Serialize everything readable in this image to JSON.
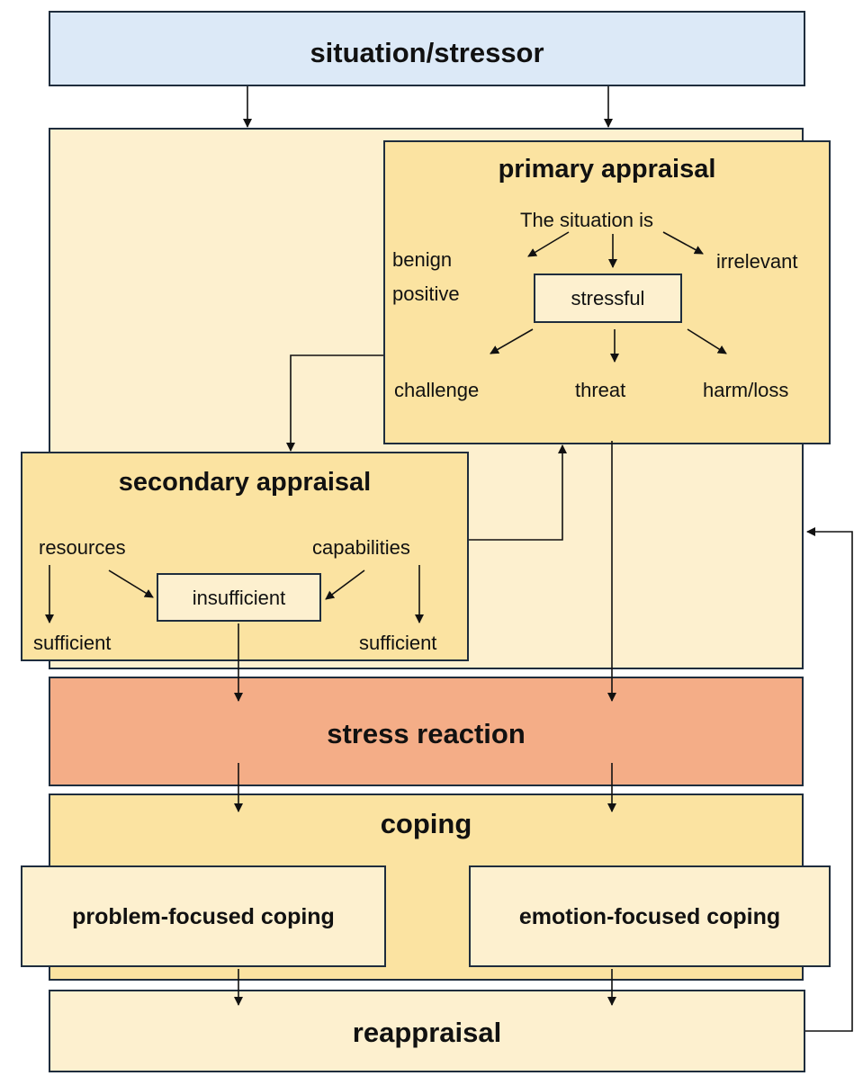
{
  "situation": "situation/stressor",
  "primary": {
    "title": "primary appraisal",
    "intro": "The situation is",
    "benign": "benign",
    "positive": "positive",
    "irrelevant": "irrelevant",
    "stressful": "stressful",
    "challenge": "challenge",
    "threat": "threat",
    "harm_loss": "harm/loss"
  },
  "secondary": {
    "title": "secondary appraisal",
    "resources": "resources",
    "capabilities": "capabilities",
    "insufficient": "insufficient",
    "sufficient_left": "sufficient",
    "sufficient_right": "sufficient"
  },
  "stress_reaction": "stress reaction",
  "coping": {
    "title": "coping",
    "problem": "problem-focused coping",
    "emotion": "emotion-focused coping"
  },
  "reappraisal": "reappraisal",
  "colors": {
    "light_blue": "#dce9f7",
    "light_yellow": "#fdf0cf",
    "yellow": "#fbe3a1",
    "salmon": "#f4ad87",
    "border": "#1f2d3d"
  }
}
